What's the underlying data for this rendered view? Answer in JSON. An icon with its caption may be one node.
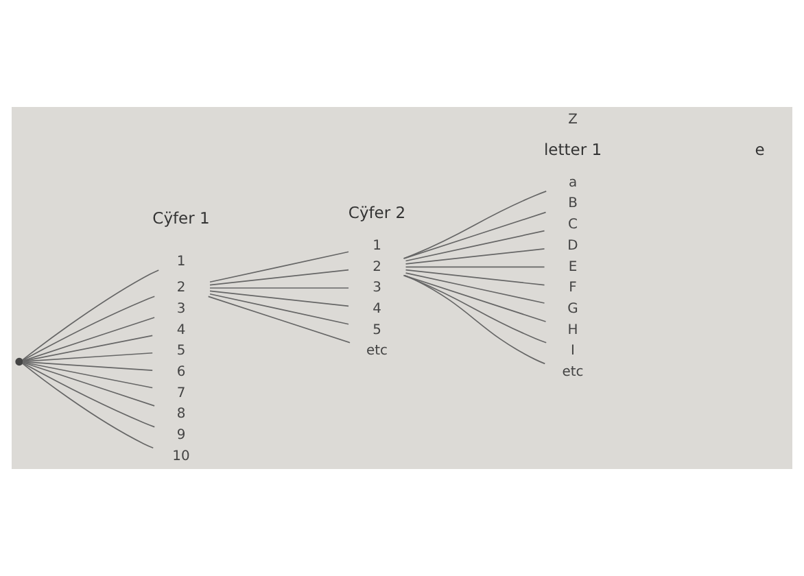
{
  "diagram": {
    "nodes": [
      {
        "text": [],
        "shape": "circle"
      },
      {
        "text": [
          "1"
        ]
      },
      {
        "text": [
          "2"
        ]
      },
      {
        "text": [
          "3"
        ]
      },
      {
        "text": [
          "4"
        ]
      },
      {
        "text": [
          "5"
        ]
      },
      {
        "text": [
          "6"
        ]
      },
      {
        "text": [
          "7"
        ]
      },
      {
        "text": [
          "8"
        ]
      },
      {
        "text": [
          "9"
        ]
      },
      {
        "text": [
          "10"
        ]
      },
      {
        "text": [
          "1"
        ]
      },
      {
        "text": [
          "2"
        ]
      },
      {
        "text": [
          "3"
        ]
      },
      {
        "text": [
          "4"
        ]
      },
      {
        "text": [
          "5"
        ]
      },
      {
        "text": [
          "etc"
        ]
      },
      {
        "text": [
          "a"
        ]
      },
      {
        "text": [
          "B"
        ]
      },
      {
        "text": [
          "C"
        ]
      },
      {
        "text": [
          "D"
        ]
      },
      {
        "text": [
          "E"
        ]
      },
      {
        "text": [
          "F"
        ]
      },
      {
        "text": [
          "G"
        ]
      },
      {
        "text": [
          "H"
        ]
      },
      {
        "text": [
          "I"
        ]
      },
      {
        "text": [
          "etc"
        ]
      },
      {
        "text": [
          "Z"
        ]
      }
    ],
    "edges": [
      {
        "from": 0,
        "to": 1,
        "arrow": "none"
      },
      {
        "from": 0,
        "to": 2,
        "arrow": "none"
      },
      {
        "from": 0,
        "to": 3,
        "arrow": "none"
      },
      {
        "from": 0,
        "to": 4,
        "arrow": "none"
      },
      {
        "from": 0,
        "to": 5,
        "arrow": "none"
      },
      {
        "from": 0,
        "to": 6,
        "arrow": "none"
      },
      {
        "from": 0,
        "to": 7,
        "arrow": "none"
      },
      {
        "from": 0,
        "to": 8,
        "arrow": "none"
      },
      {
        "from": 0,
        "to": 9,
        "arrow": "none"
      },
      {
        "from": 0,
        "to": 10,
        "arrow": "none"
      },
      {
        "from": 2,
        "to": 11,
        "arrow": "none"
      },
      {
        "from": 2,
        "to": 12,
        "arrow": "none"
      },
      {
        "from": 2,
        "to": 13,
        "arrow": "none"
      },
      {
        "from": 2,
        "to": 14,
        "arrow": "none"
      },
      {
        "from": 2,
        "to": 15,
        "arrow": "none"
      },
      {
        "from": 2,
        "to": 16,
        "arrow": "none"
      },
      {
        "from": 12,
        "to": 17,
        "arrow": "none"
      },
      {
        "from": 12,
        "to": 18,
        "arrow": "none"
      },
      {
        "from": 12,
        "to": 19,
        "arrow": "none"
      },
      {
        "from": 12,
        "to": 20,
        "arrow": "none"
      },
      {
        "from": 12,
        "to": 21,
        "arrow": "none"
      },
      {
        "from": 12,
        "to": 22,
        "arrow": "none"
      },
      {
        "from": 12,
        "to": 23,
        "arrow": "none"
      },
      {
        "from": 12,
        "to": 24,
        "arrow": "none"
      },
      {
        "from": 12,
        "to": 25,
        "arrow": "none"
      },
      {
        "from": 12,
        "to": 26,
        "arrow": "none"
      }
    ],
    "labels": [
      "Cÿfer 1",
      "Cÿfer 2",
      "letter 1",
      "e"
    ]
  }
}
